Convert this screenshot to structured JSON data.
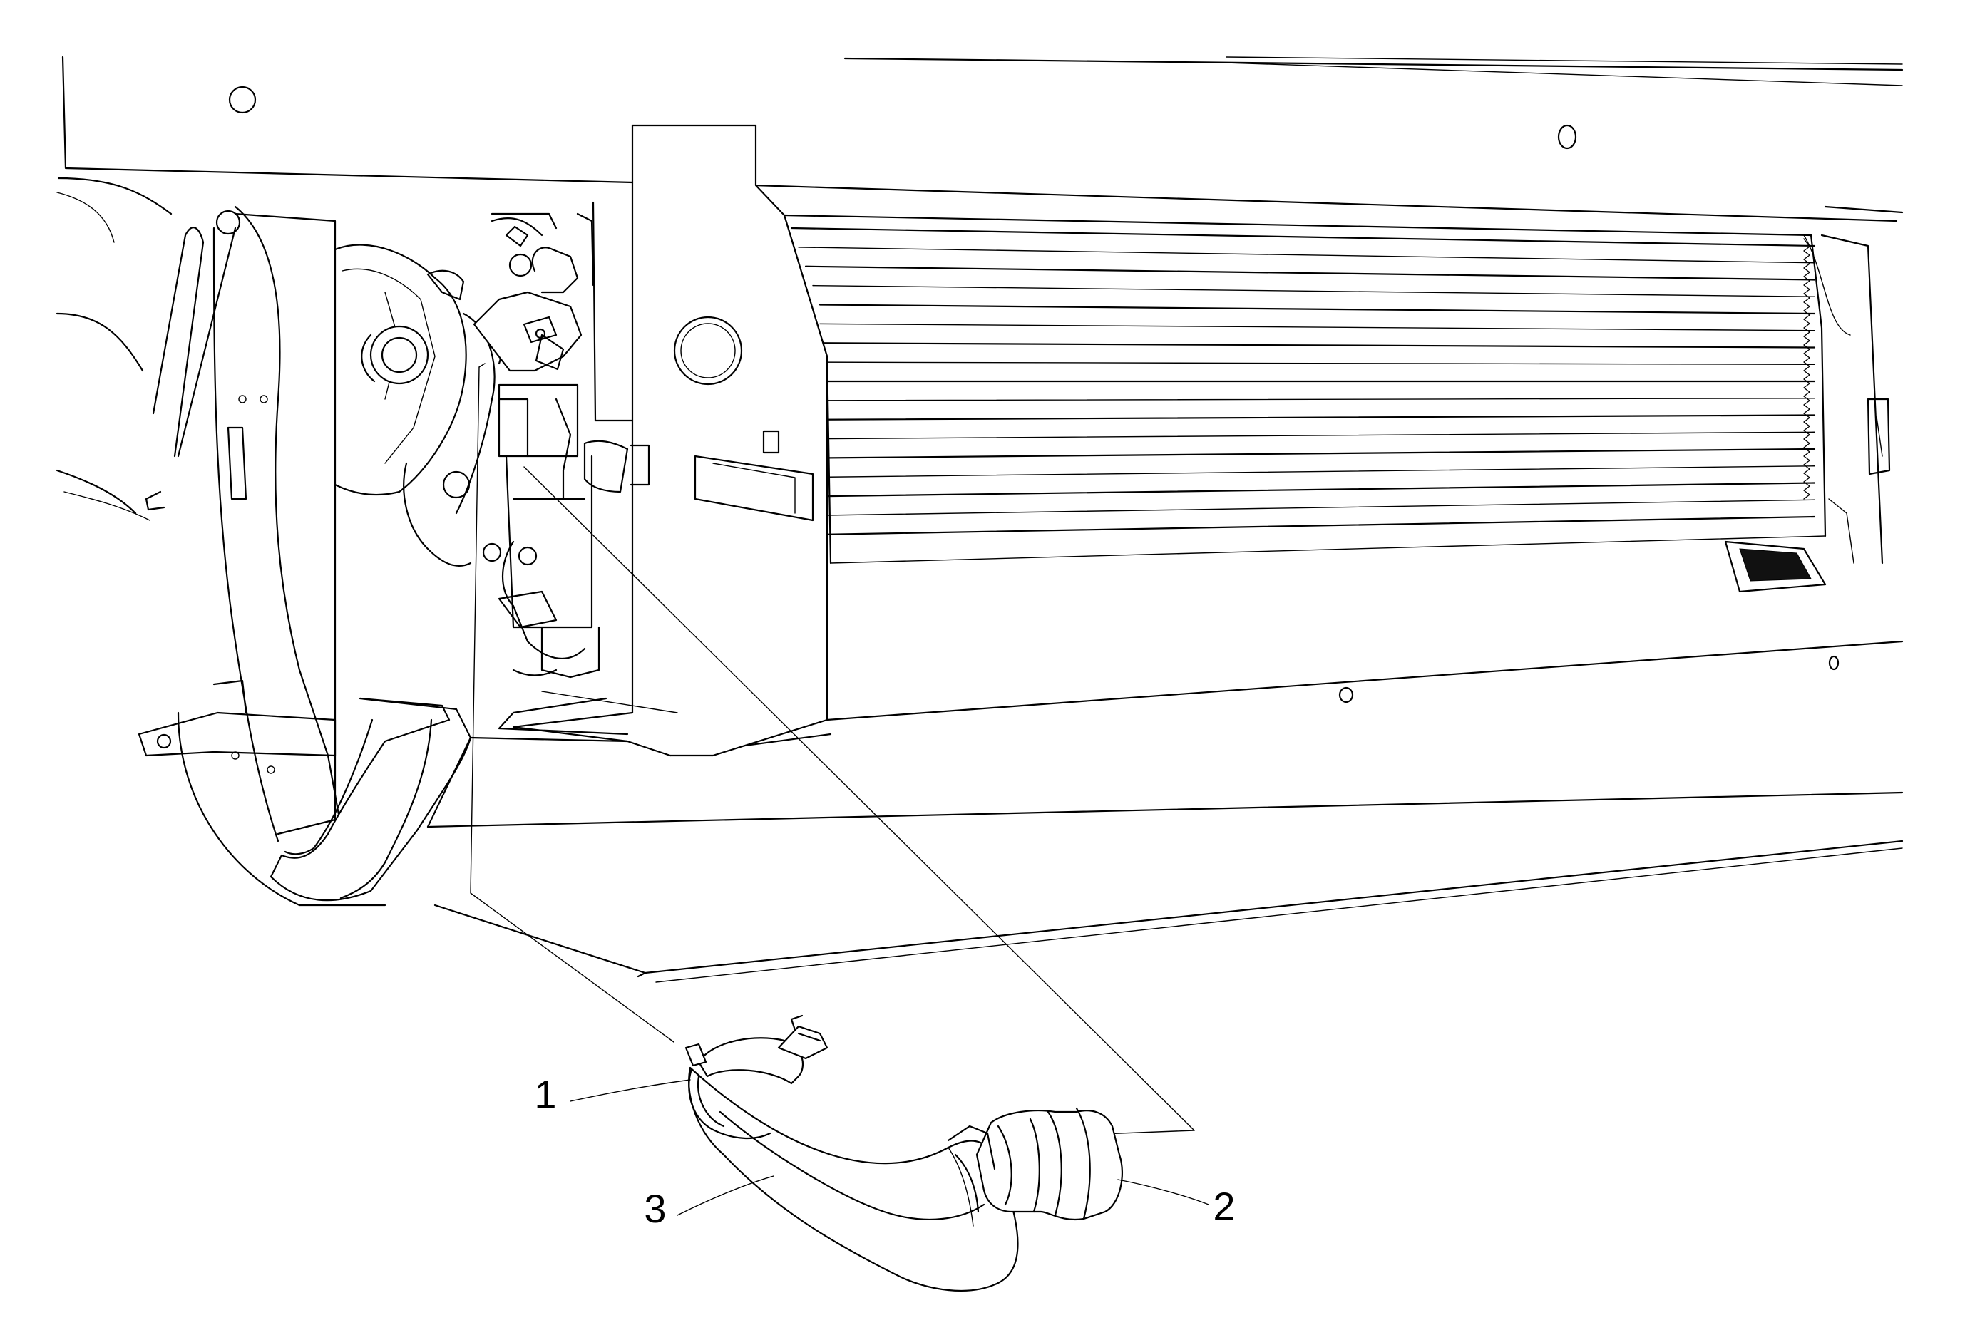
{
  "callouts": [
    {
      "number": "1",
      "part": "hose-clamp"
    },
    {
      "number": "2",
      "part": "hose-connector"
    },
    {
      "number": "3",
      "part": "radiator-hose"
    }
  ],
  "colors": {
    "line": "#000000",
    "background": "#ffffff"
  }
}
